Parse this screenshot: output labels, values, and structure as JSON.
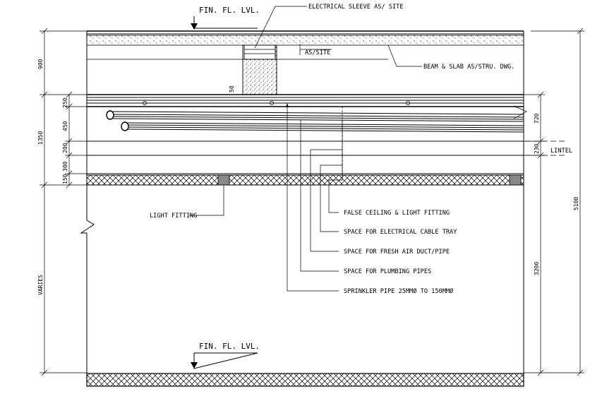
{
  "drawing": {
    "top_level": "FIN. FL. LVL.",
    "bottom_level": "FIN. FL. LVL."
  },
  "callouts": {
    "electrical_sleeve": "ELECTRICAL SLEEVE AS/ SITE",
    "as_site": "AS/SITE",
    "beam_slab": "BEAM & SLAB AS/STRU. DWG.",
    "lintel": "LINTEL",
    "light_fitting": "LIGHT FITTING",
    "false_ceiling": "FALSE CEILING & LIGHT FITTING",
    "cable_tray": "SPACE FOR ELECTRICAL CABLE TRAY",
    "fresh_air": "SPACE FOR FRESH AIR DUCT/PIPE",
    "plumbing": "SPACE FOR PLUMBING PIPES",
    "sprinkler": "SPRINKLER PIPE 25MMØ TO 150MMØ"
  },
  "dimensions": {
    "d900": "900",
    "d50": "50",
    "d250": "250",
    "d1350": "1350",
    "d450": "450",
    "d200": "200",
    "d300": "300",
    "d150": "150",
    "varies": "VARIES",
    "d720": "720",
    "d230": "230",
    "d5100": "5100",
    "d3200": "3200"
  }
}
